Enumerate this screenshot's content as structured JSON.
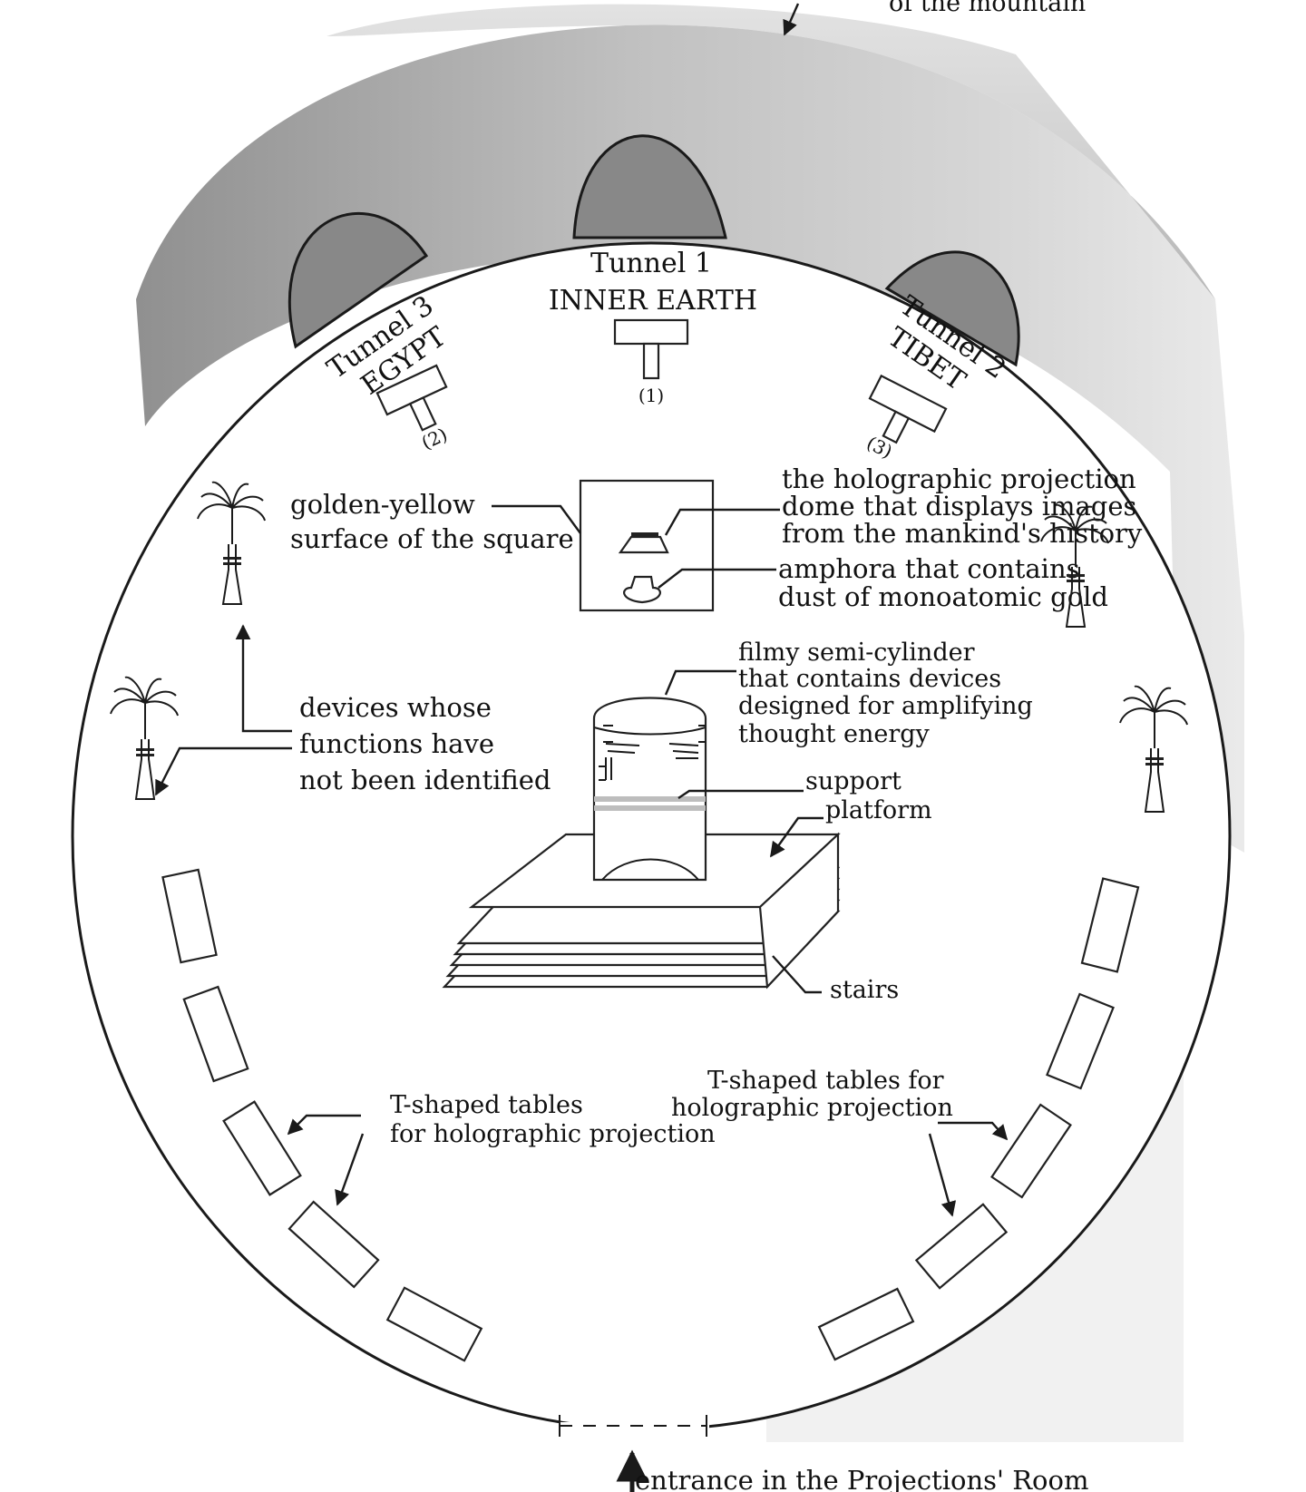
{
  "top_note": "of the mountain",
  "tunnels": [
    {
      "id": "tunnel-1",
      "title": "Tunnel 1",
      "name": "INNER EARTH",
      "number": "(1)"
    },
    {
      "id": "tunnel-2",
      "title": "Tunnel 2",
      "name": "TIBET",
      "number": "(3)"
    },
    {
      "id": "tunnel-3",
      "title": "Tunnel 3",
      "name": "EGYPT",
      "number": "(2)"
    }
  ],
  "labels": {
    "golden_1": "golden-yellow",
    "golden_2": "surface of the square",
    "dome_1": "the holographic projection",
    "dome_2": "dome that displays images",
    "dome_3": "from the mankind's history",
    "amphora_1": "amphora that contains",
    "amphora_2": "dust of monoatomic gold",
    "cyl_1": "filmy semi-cylinder",
    "cyl_2": "that contains devices",
    "cyl_3": "designed for amplifying",
    "cyl_4": "thought energy",
    "devices_1": "devices whose",
    "devices_2": "functions have",
    "devices_3": "not been identified",
    "support": "support",
    "platform": "platform",
    "stairs": "stairs",
    "tables_left_1": "T-shaped tables",
    "tables_left_2": "for holographic projection",
    "tables_right_1": "T-shaped tables for",
    "tables_right_2": "holographic projection",
    "entrance": "entrance in the Projections' Room"
  }
}
